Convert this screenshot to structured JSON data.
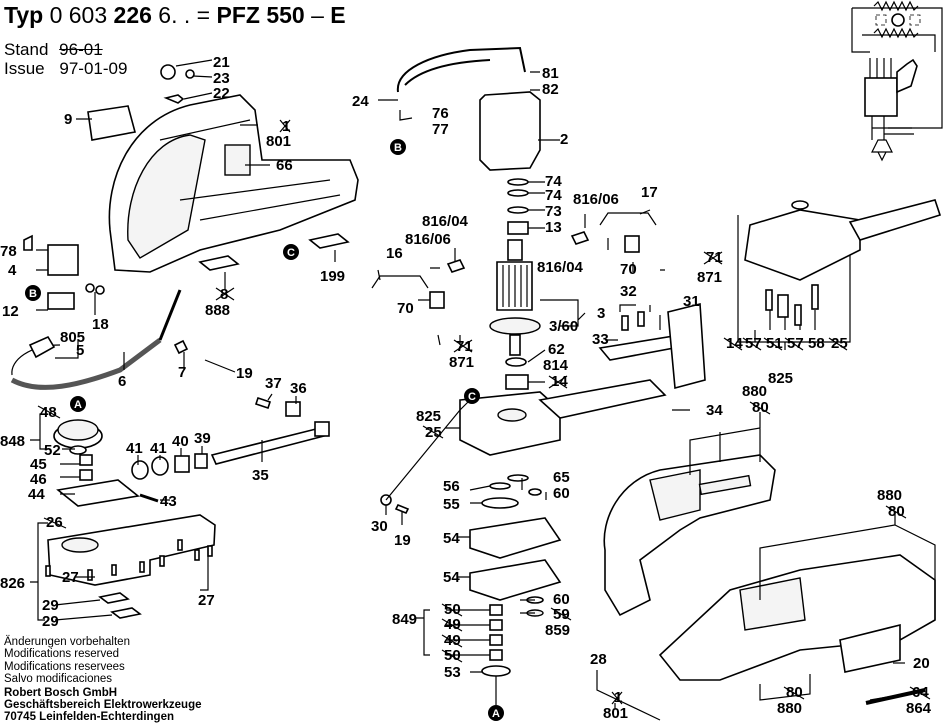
{
  "header": {
    "prefix": "Typ",
    "type_number_a": "0 603",
    "type_number_b": "226",
    "type_number_c": "6. .",
    "equals": "=",
    "model": "PFZ 550",
    "dash": "–",
    "variant": "E"
  },
  "meta": {
    "stand_label": "Stand",
    "stand_value": "96-01",
    "issue_label": "Issue",
    "issue_value": "97-01-09"
  },
  "footer": {
    "lines": [
      "Änderungen vorbehalten",
      "Modifications reserved",
      "Modifications reservees",
      "Salvo modificaciones"
    ],
    "company": [
      "Robert Bosch GmbH",
      "Geschäftsbereich Elektrowerkzeuge",
      "70745 Leinfelden-Echterdingen"
    ]
  },
  "reference_markers": [
    "A",
    "B",
    "C"
  ],
  "part_labels": {
    "p21": "21",
    "p23": "23",
    "p22": "22",
    "p9": "9",
    "p801a": "801",
    "p1a": "1",
    "p66": "66",
    "p78": "78",
    "p4": "4",
    "p12": "12",
    "p18": "18",
    "p199": "199",
    "p8": "8",
    "p888": "888",
    "p805": "805",
    "p5": "5",
    "p6": "6",
    "p7": "7",
    "p19a": "19",
    "p37": "37",
    "p36": "36",
    "p48": "48",
    "p848": "848",
    "p52": "52",
    "p45": "45",
    "p46": "46",
    "p44": "44",
    "p43": "43",
    "p41a": "41",
    "p41b": "41",
    "p40": "40",
    "p39": "39",
    "p35": "35",
    "p26": "26",
    "p826": "826",
    "p27a": "27",
    "p27b": "27",
    "p29a": "29",
    "p29b": "29",
    "p24": "24",
    "p76": "76",
    "p77": "77",
    "p81": "81",
    "p82": "82",
    "p2": "2",
    "p74a": "74",
    "p74b": "74",
    "p73": "73",
    "p13": "13",
    "p816_04a": "816/04",
    "p816_06a": "816/06",
    "p816_06b": "816/06",
    "p816_04b": "816/04",
    "p16": "16",
    "p17": "17",
    "p70a": "70",
    "p70b": "70",
    "p71a": "71",
    "p871a": "871",
    "p71b": "71",
    "p871b": "871",
    "p3": "3",
    "p3_60": "3/60",
    "p62": "62",
    "p814": "814",
    "p14a": "14",
    "p32": "32",
    "p33": "33",
    "p31": "31",
    "p34": "34",
    "p825a": "825",
    "p25a": "25",
    "p65": "65",
    "p56": "56",
    "p60a": "60",
    "p55": "55",
    "p30": "30",
    "p19b": "19",
    "p54a": "54",
    "p54b": "54",
    "p60b": "60",
    "p59": "59",
    "p859": "859",
    "p849": "849",
    "p50a": "50",
    "p49a": "49",
    "p49b": "49",
    "p50b": "50",
    "p53": "53",
    "p14b": "14",
    "p57a": "57",
    "p51": "51",
    "p57b": "57",
    "p58": "58",
    "p25b": "25",
    "p825b": "825",
    "p880a": "880",
    "p80a": "80",
    "p880b": "880",
    "p80b": "80",
    "p28": "28",
    "p1b": "1",
    "p801b": "801",
    "p20": "20",
    "p80c": "80",
    "p880c": "880",
    "p64": "64",
    "p864": "864"
  }
}
